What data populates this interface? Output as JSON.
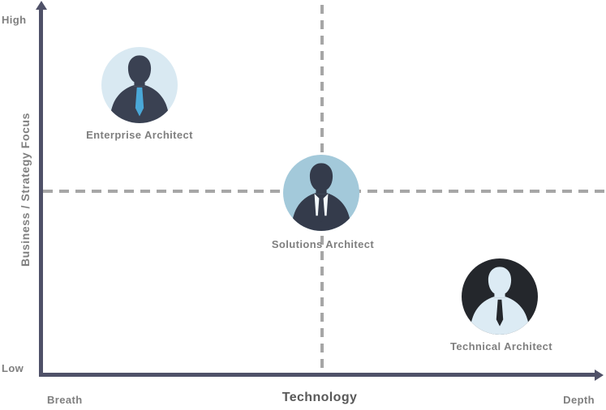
{
  "diagram": {
    "type": "quadrant-positioning-diagram",
    "y_axis": {
      "label": "Business  /  Strategy Focus",
      "max_label": "High",
      "min_label": "Low"
    },
    "x_axis": {
      "label": "Technology",
      "min_label": "Breath",
      "max_label": "Depth"
    },
    "personas": [
      {
        "label": "Enterprise Architect",
        "icon": "businessman-avatar-icon",
        "quadrant": "top-left",
        "position": {
          "business_strategy_focus": "high",
          "technology": "breadth"
        },
        "circle_color": "#d9e9f2",
        "body_color": "#3a4152",
        "shirt_color": "#3a4152",
        "tie_color": "#4aa8d8"
      },
      {
        "label": "Solutions Architect",
        "icon": "businessman-avatar-icon",
        "quadrant": "center",
        "position": {
          "business_strategy_focus": "medium",
          "technology": "medium"
        },
        "circle_color": "#a3c9da",
        "body_color": "#343b4b",
        "shirt_color": "#f2f8fb",
        "tie_color": "#343b4b"
      },
      {
        "label": "Technical Architect",
        "icon": "businessman-avatar-icon",
        "quadrant": "bottom-right",
        "position": {
          "business_strategy_focus": "low",
          "technology": "depth"
        },
        "circle_color": "#24272c",
        "body_color": "#dcebf4",
        "shirt_color": "#dcebf4",
        "tie_color": "#24272c"
      }
    ],
    "colors": {
      "axis": "#4f5168",
      "gridline_dashed": "#a6a6a6",
      "label_text": "#7f7f7f",
      "axis_title_text": "#595959",
      "background": "#ffffff"
    }
  }
}
